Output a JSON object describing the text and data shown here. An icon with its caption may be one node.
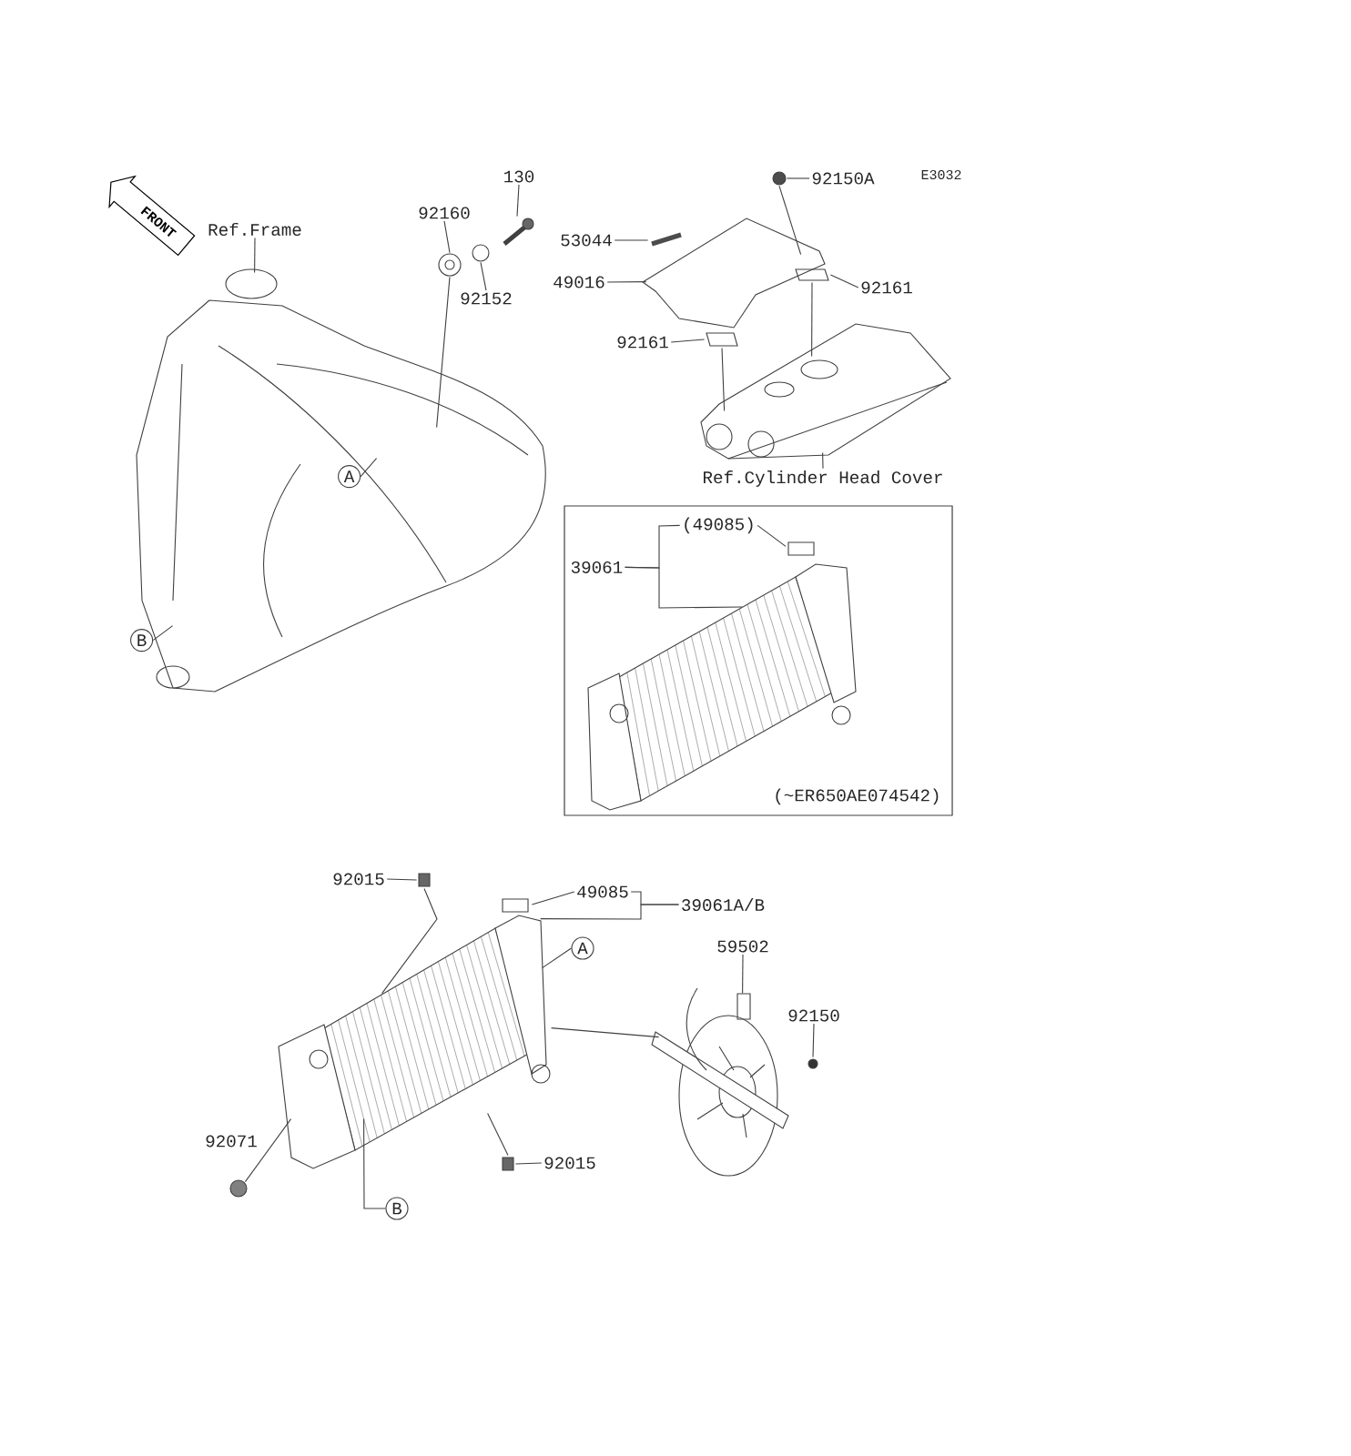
{
  "diagram": {
    "nodes": [
      {
        "text": [
          "Ref.Frame"
        ]
      },
      {
        "text": [],
        "shape": "picture"
      },
      {
        "text": [
          "92160"
        ]
      },
      {
        "text": [],
        "shape": "picture"
      },
      {
        "text": [
          "130"
        ]
      },
      {
        "text": [],
        "shape": "picture"
      },
      {
        "text": [
          "92152"
        ]
      },
      {
        "text": [],
        "shape": "circle"
      },
      {
        "text": [
          "A"
        ],
        "in": 1
      },
      {
        "text": [
          "B"
        ],
        "in": 1
      },
      {
        "text": [
          "92150A"
        ]
      },
      {
        "text": [],
        "shape": "circle"
      },
      {
        "text": [
          "53044"
        ]
      },
      {
        "text": [],
        "shape": "picture"
      },
      {
        "text": [
          "49016"
        ]
      },
      {
        "text": [],
        "shape": "picture"
      },
      {
        "text": [
          "92161"
        ]
      },
      {
        "text": [],
        "shape": "picture"
      },
      {
        "text": [
          "92161"
        ]
      },
      {
        "text": [],
        "shape": "picture"
      },
      {
        "text": [],
        "shape": "picture"
      },
      {
        "text": [
          "Ref.Cylinder Head Cover"
        ]
      },
      {
        "text": [],
        "shape": "box"
      },
      {
        "text": [
          "39061"
        ],
        "in": 22
      },
      {
        "text": [
          "(49085)"
        ],
        "in": 22
      },
      {
        "text": [],
        "shape": "box",
        "in": 22
      },
      {
        "text": [],
        "shape": "picture",
        "in": 22
      },
      {
        "text": [
          "(~ER650AE074542)"
        ],
        "in": 22
      },
      {
        "text": [
          "92015"
        ]
      },
      {
        "text": [],
        "shape": "box"
      },
      {
        "text": [
          "49085"
        ]
      },
      {
        "text": [],
        "shape": "box"
      },
      {
        "text": [
          "39061A/B"
        ]
      },
      {
        "text": [],
        "shape": "picture"
      },
      {
        "text": [
          "A"
        ]
      },
      {
        "text": [
          "59502"
        ]
      },
      {
        "text": [
          "92150"
        ]
      },
      {
        "text": [],
        "shape": "circle"
      },
      {
        "text": [],
        "shape": "picture"
      },
      {
        "text": [],
        "shape": "circle"
      },
      {
        "text": [
          "92015"
        ]
      },
      {
        "text": [],
        "shape": "box"
      },
      {
        "text": [
          "B"
        ]
      }
    ],
    "edges": [
      {
        "from": 0,
        "to": 1,
        "arrow": "none"
      },
      {
        "from": 2,
        "to": 3,
        "arrow": "none"
      },
      {
        "from": 3,
        "to": 1,
        "arrow": "none"
      },
      {
        "from": 4,
        "to": 5,
        "arrow": "none"
      },
      {
        "from": 6,
        "to": 7,
        "arrow": "none"
      },
      {
        "from": 8,
        "to": 1,
        "arrow": "none"
      },
      {
        "from": 9,
        "to": 1,
        "arrow": "none"
      },
      {
        "from": 10,
        "to": 11,
        "arrow": "none"
      },
      {
        "from": 11,
        "to": 15,
        "arrow": "none"
      },
      {
        "from": 12,
        "to": 13,
        "arrow": "none"
      },
      {
        "from": 14,
        "to": 15,
        "arrow": "none"
      },
      {
        "from": 16,
        "to": 17,
        "arrow": "none"
      },
      {
        "from": 18,
        "to": 19,
        "arrow": "none"
      },
      {
        "from": 17,
        "to": 20,
        "arrow": "none"
      },
      {
        "from": 19,
        "to": 20,
        "arrow": "none"
      },
      {
        "from": 21,
        "to": 20,
        "arrow": "none"
      },
      {
        "from": 23,
        "to": 24,
        "arrow": "none"
      },
      {
        "from": 23,
        "to": 26,
        "arrow": "none"
      },
      {
        "from": 24,
        "to": 25,
        "arrow": "none"
      },
      {
        "from": 28,
        "to": 29,
        "arrow": "none"
      },
      {
        "from": 29,
        "to": 33,
        "arrow": "none"
      },
      {
        "from": 30,
        "to": 31,
        "arrow": "none"
      },
      {
        "from": 32,
        "to": 30,
        "arrow": "none"
      },
      {
        "from": 32,
        "to": 33,
        "arrow": "none"
      },
      {
        "from": 34,
        "to": 33,
        "arrow": "none"
      },
      {
        "from": 35,
        "to": 38,
        "arrow": "none"
      },
      {
        "from": 36,
        "to": 37,
        "arrow": "none"
      },
      {
        "from": 40,
        "to": 41,
        "arrow": "none"
      },
      {
        "from": 41,
        "to": 33,
        "arrow": "none"
      },
      {
        "from": 39,
        "to": 33,
        "arrow": "none"
      },
      {
        "from": 42,
        "to": 33,
        "arrow": "none"
      },
      {
        "from": 33,
        "to": 38,
        "arrow": "none"
      }
    ],
    "labels": [
      "FRONT",
      "E3032",
      "92071"
    ]
  }
}
